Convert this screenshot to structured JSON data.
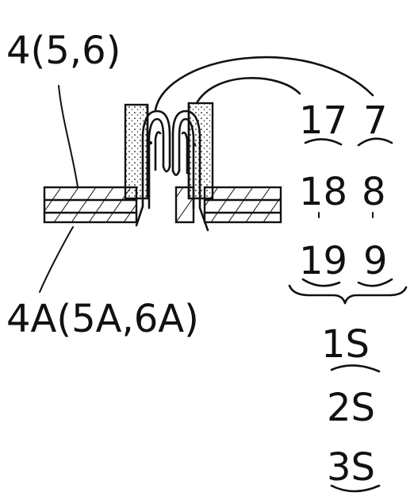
{
  "labels": {
    "top_ref": "4(5,6)",
    "bottom_ref": "4A(5A,6A)",
    "r17": "17",
    "r7": "7",
    "r18": "18",
    "r8": "8",
    "r19": "19",
    "r9": "9",
    "s1": "1S",
    "s2": "2S",
    "s3": "3S"
  },
  "colors": {
    "ink": "#111111",
    "paper": "#ffffff"
  }
}
